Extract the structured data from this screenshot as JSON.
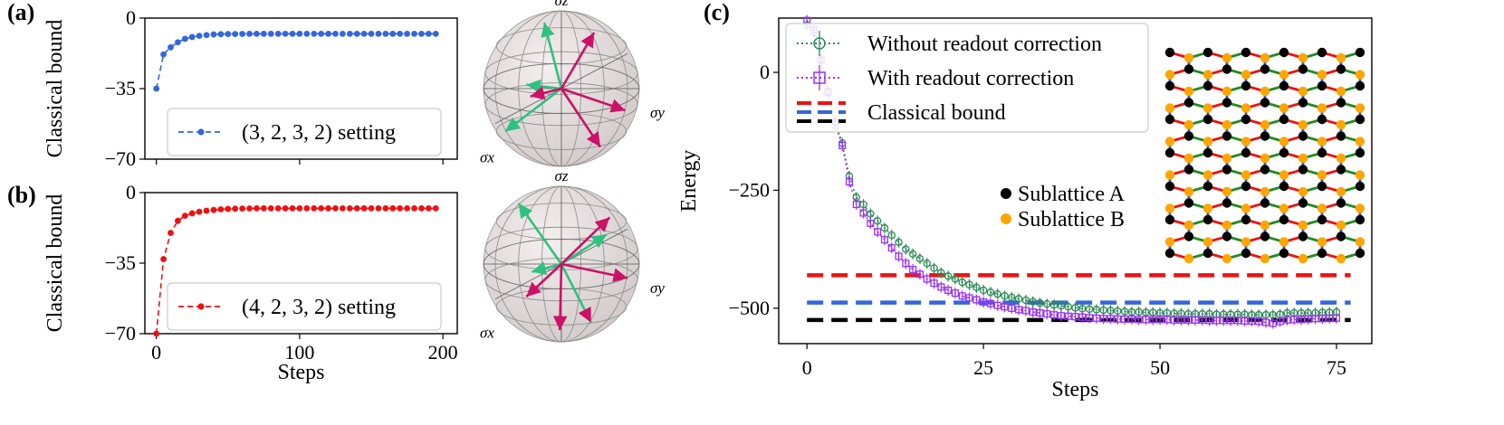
{
  "figure": {
    "panels": [
      {
        "id": "a",
        "label": "(a)"
      },
      {
        "id": "b",
        "label": "(b)"
      },
      {
        "id": "c",
        "label": "(c)"
      }
    ]
  },
  "chart_data": [
    {
      "panel": "(a)",
      "type": "line",
      "ylabel": "Classical bound",
      "xlabel": "",
      "xlim": [
        -8,
        210
      ],
      "ylim": [
        -70,
        0
      ],
      "xticks": [
        0,
        100,
        200
      ],
      "yticks": [
        0,
        -35,
        -70
      ],
      "ytick_labels": [
        "0",
        "−35",
        "−70"
      ],
      "grid": false,
      "legend_position": "center",
      "series": [
        {
          "name": "(3, 2, 3, 2) setting",
          "color": "#3366dd",
          "style": "dashed-with-dots",
          "x": [
            0,
            5,
            10,
            15,
            20,
            25,
            30,
            35,
            40,
            45,
            50,
            55,
            60,
            65,
            70,
            75,
            80,
            85,
            90,
            95,
            100,
            105,
            110,
            115,
            120,
            125,
            130,
            135,
            140,
            145,
            150,
            155,
            160,
            165,
            170,
            175,
            180,
            185,
            190,
            195
          ],
          "y": [
            -35,
            -18,
            -14.5,
            -12,
            -10.3,
            -9.4,
            -8.8,
            -8.4,
            -8.1,
            -8.0,
            -7.9,
            -7.9,
            -7.85,
            -7.8,
            -7.8,
            -7.8,
            -7.8,
            -7.8,
            -7.8,
            -7.8,
            -7.8,
            -7.8,
            -7.8,
            -7.8,
            -7.8,
            -7.8,
            -7.8,
            -7.8,
            -7.8,
            -7.8,
            -7.8,
            -7.8,
            -7.8,
            -7.8,
            -7.8,
            -7.8,
            -7.8,
            -7.8,
            -7.8,
            -7.8
          ]
        }
      ]
    },
    {
      "panel": "(b)",
      "type": "line",
      "ylabel": "Classical bound",
      "xlabel": "Steps",
      "xlim": [
        -8,
        210
      ],
      "ylim": [
        -70,
        0
      ],
      "xticks": [
        0,
        100,
        200
      ],
      "yticks": [
        0,
        -35,
        -70
      ],
      "ytick_labels": [
        "0",
        "−35",
        "−70"
      ],
      "grid": false,
      "legend_position": "center",
      "series": [
        {
          "name": "(4, 2, 3, 2) setting",
          "color": "#ee1111",
          "style": "dashed-with-dots",
          "x": [
            0,
            5,
            10,
            15,
            20,
            25,
            30,
            35,
            40,
            45,
            50,
            55,
            60,
            65,
            70,
            75,
            80,
            85,
            90,
            95,
            100,
            105,
            110,
            115,
            120,
            125,
            130,
            135,
            140,
            145,
            150,
            155,
            160,
            165,
            170,
            175,
            180,
            185,
            190,
            195
          ],
          "y": [
            -70,
            -33,
            -20,
            -14,
            -11.5,
            -10.3,
            -9.5,
            -9.0,
            -8.6,
            -8.3,
            -8.1,
            -8.0,
            -7.9,
            -7.85,
            -7.8,
            -7.8,
            -7.8,
            -7.8,
            -7.8,
            -7.8,
            -7.8,
            -7.8,
            -7.8,
            -7.8,
            -7.8,
            -7.8,
            -7.8,
            -7.8,
            -7.8,
            -7.8,
            -7.8,
            -7.8,
            -7.8,
            -7.8,
            -7.8,
            -7.8,
            -7.8,
            -7.8,
            -7.8,
            -7.8
          ]
        }
      ]
    },
    {
      "panel": "(c)",
      "type": "line",
      "ylabel": "Energy",
      "xlabel": "Steps",
      "xlim": [
        -4,
        80
      ],
      "ylim": [
        -575,
        115
      ],
      "xticks": [
        0,
        25,
        50,
        75
      ],
      "yticks": [
        0,
        -250,
        -500
      ],
      "ytick_labels": [
        "0",
        "−250",
        "−500"
      ],
      "grid": false,
      "legend_position": "upper left",
      "series": [
        {
          "name": "Without readout correction",
          "color": "#2e8b57",
          "style": "dotted-open-circles-with-errorbars",
          "x": [
            0,
            1,
            2,
            3,
            4,
            5,
            6,
            7,
            8,
            9,
            10,
            11,
            12,
            13,
            14,
            15,
            16,
            17,
            18,
            19,
            20,
            21,
            22,
            23,
            24,
            25,
            26,
            27,
            28,
            29,
            30,
            31,
            32,
            33,
            34,
            35,
            36,
            37,
            38,
            39,
            40,
            41,
            42,
            43,
            44,
            45,
            46,
            47,
            48,
            49,
            50,
            51,
            52,
            53,
            54,
            55,
            56,
            57,
            58,
            59,
            60,
            61,
            62,
            63,
            64,
            65,
            66,
            67,
            68,
            69,
            70,
            71,
            72,
            73,
            74,
            75
          ],
          "y": [
            100,
            85,
            25,
            -40,
            -105,
            -150,
            -220,
            -265,
            -280,
            -300,
            -315,
            -330,
            -345,
            -360,
            -375,
            -385,
            -395,
            -405,
            -415,
            -425,
            -432,
            -438,
            -445,
            -450,
            -456,
            -462,
            -466,
            -470,
            -474,
            -477,
            -480,
            -483,
            -486,
            -489,
            -491,
            -493,
            -495,
            -497,
            -499,
            -501,
            -502,
            -503,
            -504,
            -505,
            -506,
            -507,
            -508,
            -508,
            -509,
            -509,
            -510,
            -510,
            -511,
            -511,
            -512,
            -512,
            -512,
            -512,
            -513,
            -513,
            -513,
            -513,
            -513,
            -514,
            -514,
            -514,
            -514,
            -513,
            -510,
            -510,
            -510,
            -510,
            -510,
            -509,
            -509,
            -508
          ]
        },
        {
          "name": "With readout correction",
          "color": "#9933ee",
          "style": "dotted-open-squares-with-errorbars",
          "x": [
            0,
            1,
            2,
            3,
            4,
            5,
            6,
            7,
            8,
            9,
            10,
            11,
            12,
            13,
            14,
            15,
            16,
            17,
            18,
            19,
            20,
            21,
            22,
            23,
            24,
            25,
            26,
            27,
            28,
            29,
            30,
            31,
            32,
            33,
            34,
            35,
            36,
            37,
            38,
            39,
            40,
            41,
            42,
            43,
            44,
            45,
            46,
            47,
            48,
            49,
            50,
            51,
            52,
            53,
            54,
            55,
            56,
            57,
            58,
            59,
            60,
            61,
            62,
            63,
            64,
            65,
            66,
            67,
            68,
            69,
            70,
            71,
            72,
            73,
            74,
            75
          ],
          "y": [
            110,
            90,
            28,
            -42,
            -110,
            -155,
            -232,
            -280,
            -298,
            -320,
            -338,
            -355,
            -372,
            -390,
            -405,
            -418,
            -428,
            -438,
            -447,
            -455,
            -462,
            -468,
            -474,
            -478,
            -482,
            -487,
            -490,
            -494,
            -497,
            -500,
            -503,
            -505,
            -508,
            -510,
            -512,
            -514,
            -516,
            -517,
            -518,
            -519,
            -520,
            -521,
            -522,
            -522,
            -523,
            -523,
            -523,
            -524,
            -524,
            -524,
            -524,
            -524,
            -525,
            -525,
            -525,
            -525,
            -525,
            -526,
            -526,
            -526,
            -526,
            -526,
            -527,
            -527,
            -528,
            -530,
            -532,
            -528,
            -525,
            -524,
            -524,
            -523,
            -522,
            -522,
            -521,
            -521
          ]
        },
        {
          "name": "Classical bound",
          "style": "dashed-horizontal",
          "lines": [
            {
              "color": "#ee1111",
              "y": -430
            },
            {
              "color": "#3366dd",
              "y": -488
            },
            {
              "color": "#000000",
              "y": -525
            }
          ]
        }
      ]
    }
  ],
  "spheres": [
    {
      "panel": "(a)",
      "labels": {
        "z": "σz",
        "y": "σy",
        "x": "σx"
      }
    },
    {
      "panel": "(b)",
      "labels": {
        "z": "σz",
        "y": "σy",
        "x": "σx"
      }
    }
  ],
  "lattice_inset": {
    "legend": [
      {
        "label": "Sublattice A",
        "color": "#000000"
      },
      {
        "label": "Sublattice B",
        "color": "#ffa500"
      }
    ],
    "bond_colors": [
      "#ee1111",
      "#228b22",
      "#3355cc"
    ]
  }
}
